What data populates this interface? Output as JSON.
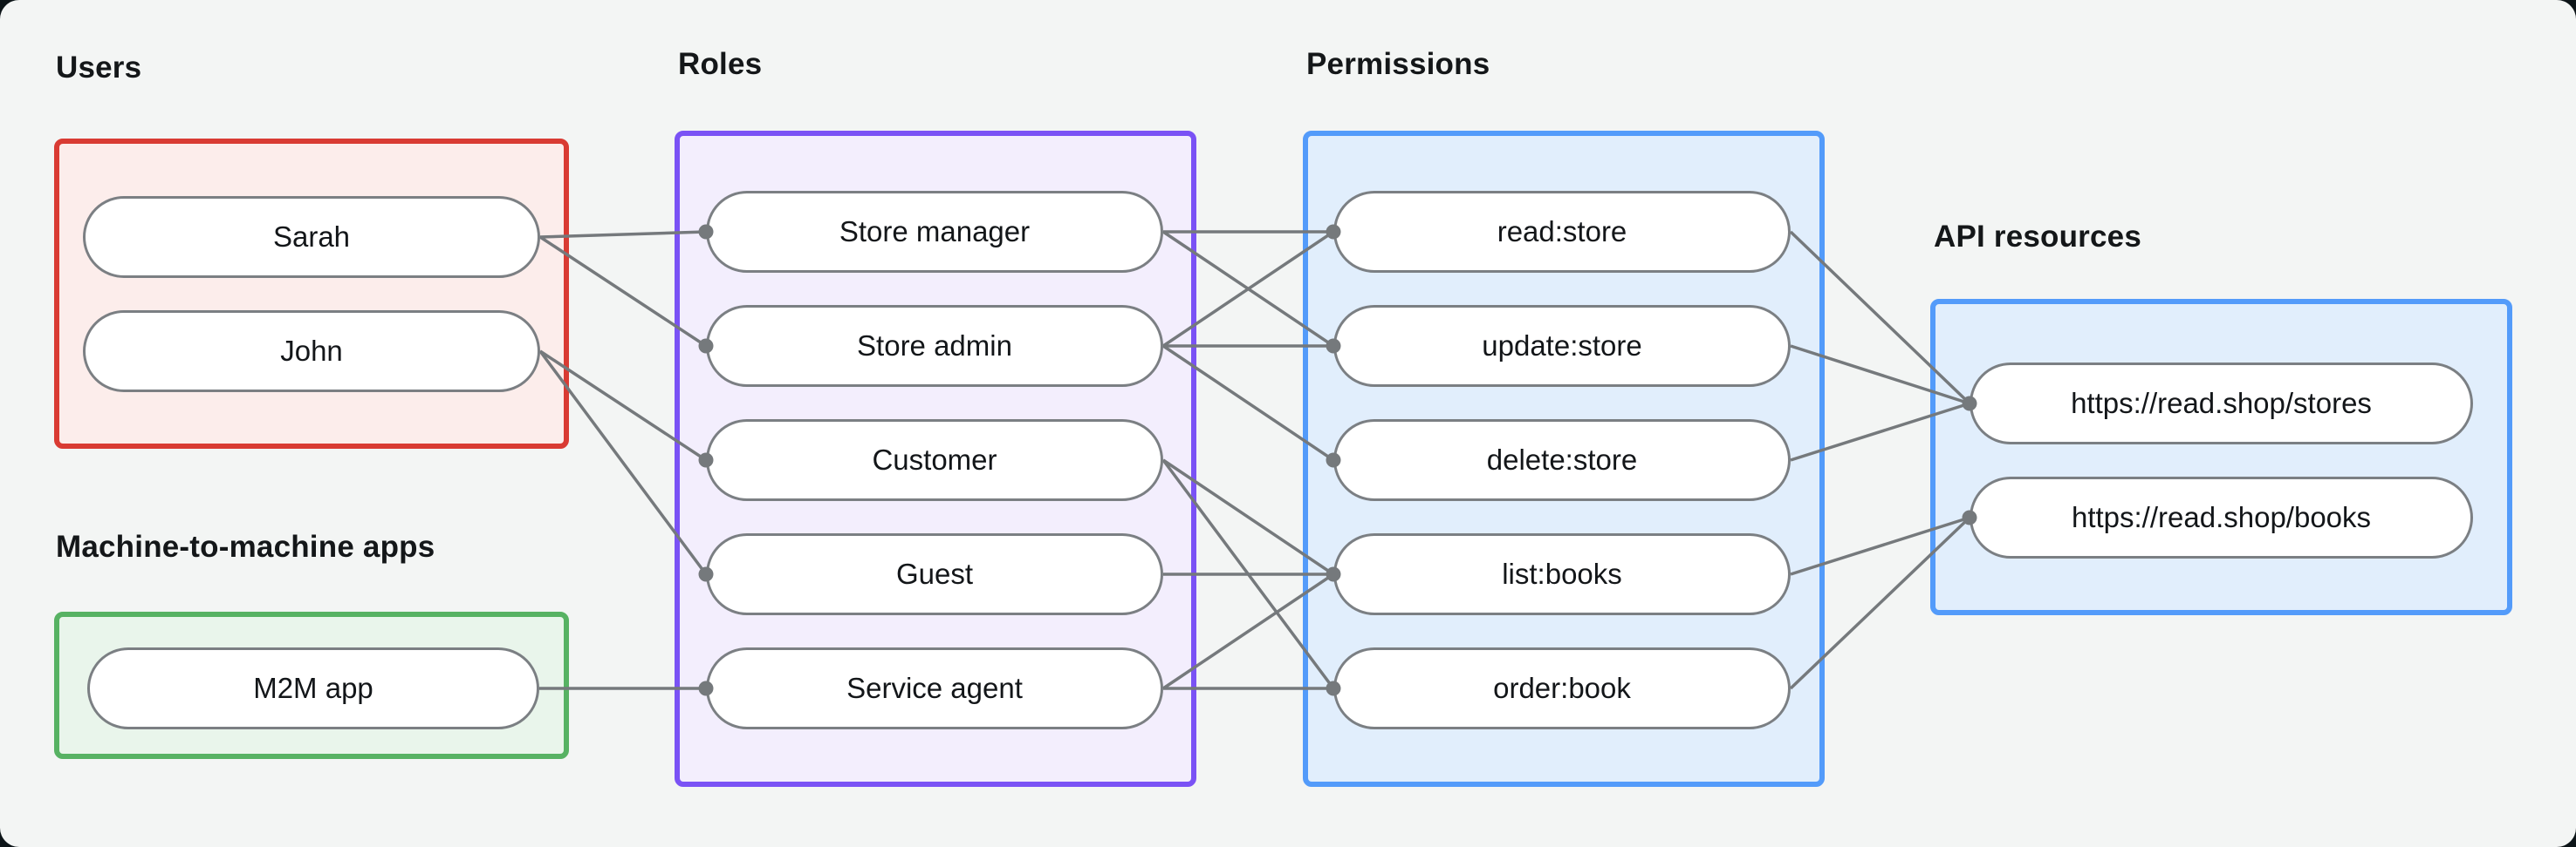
{
  "canvas": {
    "background": "#f3f5f4",
    "page_background": "#0d1518"
  },
  "edge_color": "#75797c",
  "node_border_color": "#7b7f83",
  "groups": {
    "users": {
      "label": "Users",
      "border_color": "#d93b33",
      "fill_color": "#fcedeb",
      "nodes": [
        {
          "id": "sarah",
          "label": "Sarah"
        },
        {
          "id": "john",
          "label": "John"
        }
      ]
    },
    "m2m": {
      "label": "Machine-to-machine apps",
      "border_color": "#57b263",
      "fill_color": "#e9f5eb",
      "nodes": [
        {
          "id": "m2m-app",
          "label": "M2M app"
        }
      ]
    },
    "roles": {
      "label": "Roles",
      "border_color": "#7a52f5",
      "fill_color": "#f3eefd",
      "nodes": [
        {
          "id": "store-manager",
          "label": "Store manager"
        },
        {
          "id": "store-admin",
          "label": "Store admin"
        },
        {
          "id": "customer",
          "label": "Customer"
        },
        {
          "id": "guest",
          "label": "Guest"
        },
        {
          "id": "service-agent",
          "label": "Service agent"
        }
      ]
    },
    "permissions": {
      "label": "Permissions",
      "border_color": "#539bfa",
      "fill_color": "#e1eefc",
      "nodes": [
        {
          "id": "read-store",
          "label": "read:store"
        },
        {
          "id": "update-store",
          "label": "update:store"
        },
        {
          "id": "delete-store",
          "label": "delete:store"
        },
        {
          "id": "list-books",
          "label": "list:books"
        },
        {
          "id": "order-book",
          "label": "order:book"
        }
      ]
    },
    "api": {
      "label": "API resources",
      "border_color": "#539bfa",
      "fill_color": "#e1eefc",
      "nodes": [
        {
          "id": "stores",
          "label": "https://read.shop/stores"
        },
        {
          "id": "books",
          "label": "https://read.shop/books"
        }
      ]
    }
  },
  "connections": [
    {
      "from": "sarah",
      "to": "store-manager"
    },
    {
      "from": "sarah",
      "to": "store-admin"
    },
    {
      "from": "john",
      "to": "customer"
    },
    {
      "from": "john",
      "to": "guest"
    },
    {
      "from": "m2m-app",
      "to": "service-agent"
    },
    {
      "from": "store-manager",
      "to": "read-store"
    },
    {
      "from": "store-manager",
      "to": "update-store"
    },
    {
      "from": "store-admin",
      "to": "read-store"
    },
    {
      "from": "store-admin",
      "to": "update-store"
    },
    {
      "from": "store-admin",
      "to": "delete-store"
    },
    {
      "from": "customer",
      "to": "list-books"
    },
    {
      "from": "customer",
      "to": "order-book"
    },
    {
      "from": "guest",
      "to": "list-books"
    },
    {
      "from": "service-agent",
      "to": "list-books"
    },
    {
      "from": "service-agent",
      "to": "order-book"
    },
    {
      "from": "read-store",
      "to": "stores"
    },
    {
      "from": "update-store",
      "to": "stores"
    },
    {
      "from": "delete-store",
      "to": "stores"
    },
    {
      "from": "list-books",
      "to": "books"
    },
    {
      "from": "order-book",
      "to": "books"
    }
  ]
}
